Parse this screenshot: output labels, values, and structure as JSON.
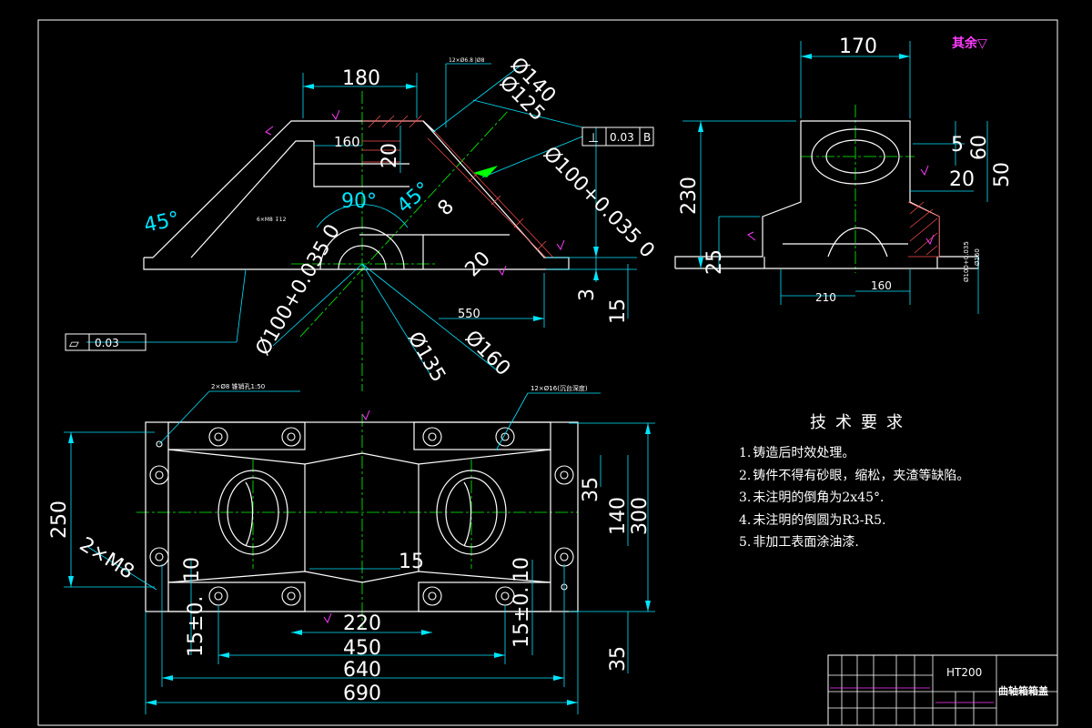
{
  "colors": {
    "background": "#000000",
    "outline": "#ffffff",
    "dimension": "#00e5ff",
    "centerline": "#00ff00",
    "hatch": "#ff5050",
    "symbol": "#ff3cff",
    "note": "#ffffff"
  },
  "front_view": {
    "dims": {
      "top_width": "180",
      "inner_width": "160",
      "top_thickness": "20",
      "right_height_3": "3",
      "right_height_15": "15",
      "half_length": "550",
      "angle_left": "45°",
      "angle_90": "90°",
      "angle_right": "45°",
      "dia_140": "Ø140",
      "dia_125": "Ø125",
      "dia_100_right": "Ø100+0.035 0",
      "dia_100_left": "Ø100+0.035 0",
      "dia_135": "Ø135",
      "dia_160": "Ø160",
      "rib_8": "8",
      "rib_20": "20"
    },
    "callouts": {
      "top_holes": "12×Ø6.8 |Ø8",
      "bottom_holes": "6×M8  ↧12",
      "tolerance_perp_symbol": "⊥",
      "tolerance_perp_value": "0.03",
      "tolerance_perp_datum": "B",
      "tolerance_flat_symbol": "▱",
      "tolerance_flat_value": "0.03"
    }
  },
  "side_view": {
    "dims": {
      "width_170": "170",
      "height_230": "230",
      "height_25": "25",
      "d5": "5",
      "d60": "60",
      "d20": "20",
      "d50": "50",
      "d210": "210",
      "d160": "160",
      "dia_small": "Ø160",
      "dia_small2": "Ø100+0.035"
    },
    "roughness_note": "其余▽"
  },
  "top_view": {
    "dims": {
      "d250": "250",
      "d35_top": "35",
      "d140": "140",
      "d300": "300",
      "d35_bottom": "35",
      "m8": "2×M8",
      "d15_center": "15",
      "d10_left": "10",
      "d10_right": "10",
      "d15_left": "15±0.",
      "d15_right": "15±0.",
      "d220": "220",
      "d450": "450",
      "d640": "640",
      "d690": "690"
    },
    "callouts": {
      "pin_holes": "2×Ø8 锥销孔1:50",
      "bolt_holes": "12×Ø16(沉台深度)"
    }
  },
  "tech_requirements": {
    "title": "技术要求",
    "items": [
      {
        "num": "1.",
        "text": "铸造后时效处理。"
      },
      {
        "num": "2.",
        "text": "铸件不得有砂眼，缩松，夹渣等缺陷。"
      },
      {
        "num": "3.",
        "text": "未注明的倒角为2x45°."
      },
      {
        "num": "4.",
        "text": "未注明的倒圆为R3-R5."
      },
      {
        "num": "5.",
        "text": "非加工表面涂油漆."
      }
    ]
  },
  "title_block": {
    "material": "HT200",
    "part_name": "曲轴箱箱盖"
  }
}
